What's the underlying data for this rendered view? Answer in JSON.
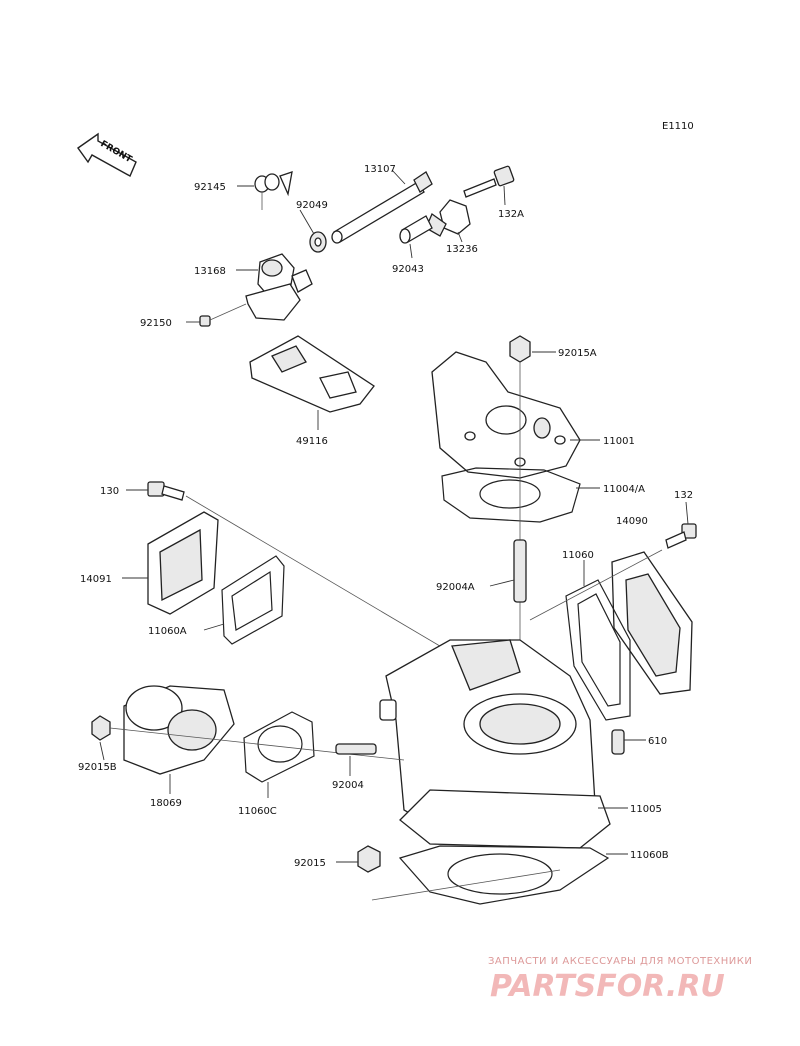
{
  "diagram_code": "E1110",
  "front_label": "FRONT",
  "watermark": {
    "line1": "ЗАПЧАСТИ И АКСЕССУАРЫ ДЛЯ МОТОТЕХНИКИ",
    "line2": "PARTSFOR.RU"
  },
  "labels": {
    "p92145": "92145",
    "p13107": "13107",
    "p92049": "92049",
    "p132a": "132A",
    "p13236": "13236",
    "p92043": "92043",
    "p13168": "13168",
    "p92150": "92150",
    "p49116": "49116",
    "p92015a": "92015A",
    "p11001": "11001",
    "p11004a": "11004/A",
    "p130": "130",
    "p132": "132",
    "p14090": "14090",
    "p14091": "14091",
    "p11060": "11060",
    "p92004a": "92004A",
    "p11060a": "11060A",
    "p610": "610",
    "p92015b": "92015B",
    "p92004": "92004",
    "p18069": "18069",
    "p11060c": "11060C",
    "p11005": "11005",
    "p92015": "92015",
    "p11060b": "11060B"
  }
}
